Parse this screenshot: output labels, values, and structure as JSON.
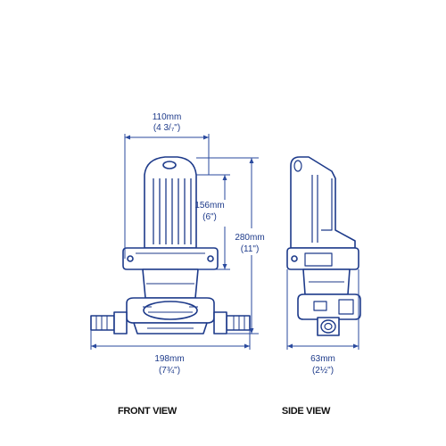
{
  "colors": {
    "line": "#1d3a8a",
    "dimension": "#2a4a9e",
    "label": "#111111",
    "background": "#ffffff"
  },
  "dimensions": {
    "width_top": {
      "metric": "110mm",
      "imperial": "(4 3/₇\")"
    },
    "height_body": {
      "metric": "156mm",
      "imperial": "(6\")"
    },
    "height_total": {
      "metric": "280mm",
      "imperial": "(11\")"
    },
    "width_bottom": {
      "metric": "198mm",
      "imperial": "(7¾\")"
    },
    "depth_side": {
      "metric": "63mm",
      "imperial": "(2½\")"
    }
  },
  "labels": {
    "front": "FRONT VIEW",
    "side": "SIDE VIEW"
  }
}
